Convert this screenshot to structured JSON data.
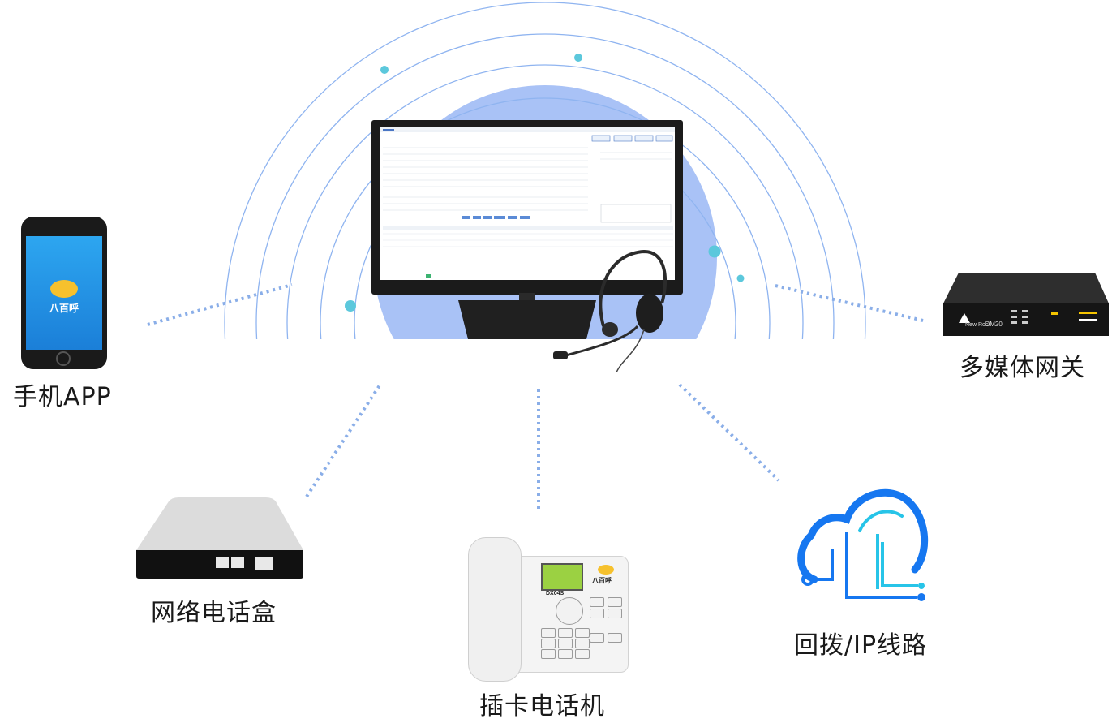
{
  "nodes": {
    "phone_app": {
      "label": "手机APP"
    },
    "gateway": {
      "label": "多媒体网关"
    },
    "net_box": {
      "label": "网络电话盒"
    },
    "desk_phone": {
      "label": "插卡电话机"
    },
    "callback_ip": {
      "label": "回拨/IP线路"
    }
  },
  "app_screen": {
    "brand": "八百呼"
  },
  "desk_phone_device": {
    "model": "DX04S",
    "brand": "八百呼"
  },
  "gateway_device": {
    "brand": "New Rock",
    "model": "OM20"
  },
  "colors": {
    "ring_stroke": "#8fb4f0",
    "ring_dot": "#5cc8dc",
    "halo_fill": "#a9c2f6",
    "dotted_line": "#8aaee8",
    "cloud_blue": "#1677f0",
    "cloud_cyan": "#27c4e8"
  }
}
